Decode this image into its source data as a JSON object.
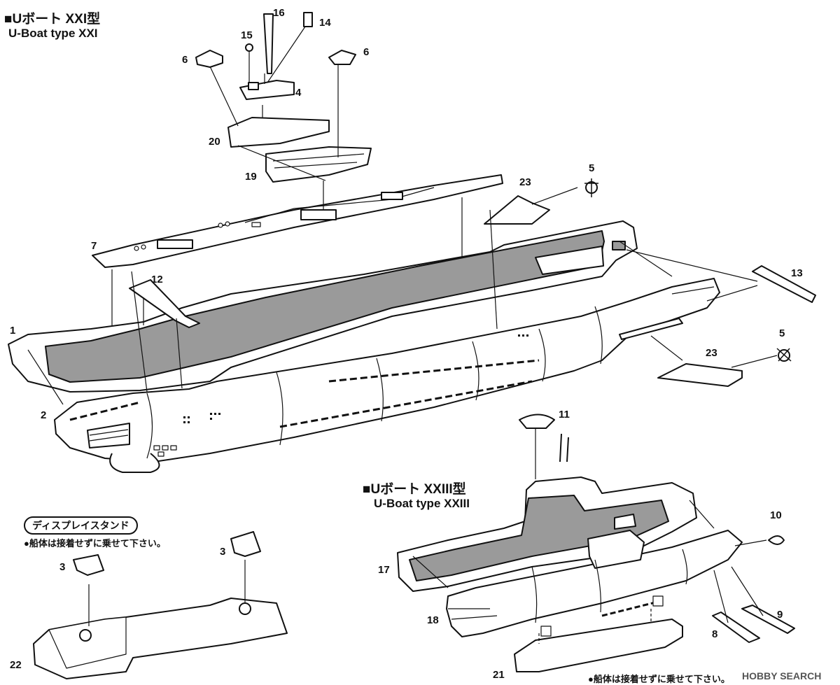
{
  "xxi": {
    "title_jp": "■Uボート XXI型",
    "title_en": "U-Boat type XXI"
  },
  "xxiii": {
    "title_jp": "■Uボート XXIII型",
    "title_en": "U-Boat type XXIII"
  },
  "stand": {
    "title": "ディスプレイスタンド",
    "note": "●船体は接着せずに乗せて下さい。"
  },
  "bottom_note": "●船体は接着せずに乗せて下さい。",
  "watermark": "HOBBY SEARCH",
  "parts": {
    "p1": "1",
    "p2": "2",
    "p3a": "3",
    "p3b": "3",
    "p4": "4",
    "p5a": "5",
    "p5b": "5",
    "p6a": "6",
    "p6b": "6",
    "p7": "7",
    "p8": "8",
    "p9": "9",
    "p10": "10",
    "p11": "11",
    "p12": "12",
    "p13": "13",
    "p14": "14",
    "p15": "15",
    "p16": "16",
    "p17": "17",
    "p18": "18",
    "p19": "19",
    "p20": "20",
    "p21": "21",
    "p22": "22",
    "p23a": "23",
    "p23b": "23"
  },
  "colors": {
    "line": "#111111",
    "shade": "#9a9a9a",
    "fill": "#ffffff"
  }
}
